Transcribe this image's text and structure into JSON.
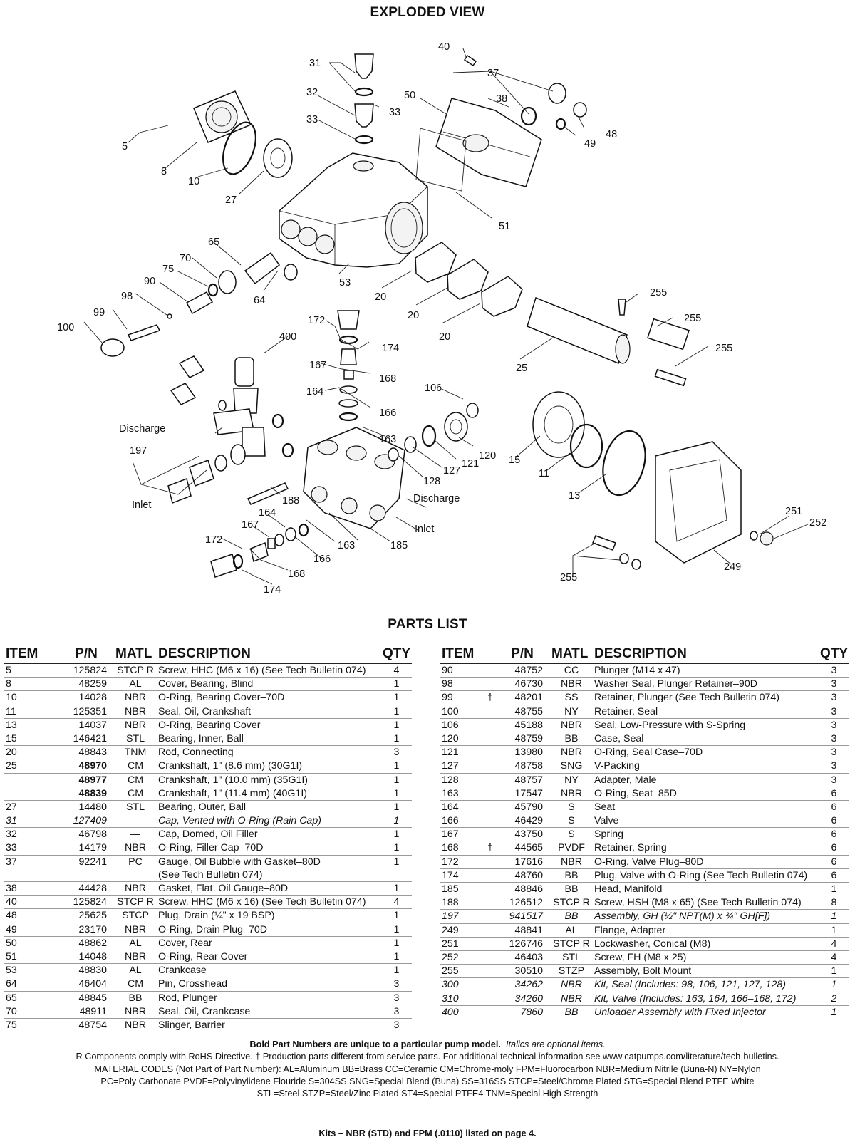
{
  "page": {
    "exploded_title": "EXPLODED VIEW",
    "parts_title": "PARTS LIST"
  },
  "diagram": {
    "labels": [
      "5",
      "8",
      "10",
      "27",
      "31",
      "32",
      "33",
      "33",
      "40",
      "37",
      "38",
      "50",
      "48",
      "49",
      "51",
      "53",
      "65",
      "70",
      "75",
      "90",
      "98",
      "99",
      "100",
      "64",
      "20",
      "20",
      "20",
      "255",
      "255",
      "255",
      "172",
      "174",
      "400",
      "167",
      "168",
      "164",
      "166",
      "163",
      "25",
      "106",
      "120",
      "121",
      "127",
      "128",
      "15",
      "11",
      "13",
      "Discharge",
      "197",
      "Inlet",
      "188",
      "164",
      "167",
      "172",
      "168",
      "174",
      "163",
      "166",
      "185",
      "Discharge",
      "Inlet",
      "251",
      "252",
      "249",
      "255"
    ]
  },
  "table": {
    "headers": {
      "item": "ITEM",
      "pn": "P/N",
      "matl": "MATL",
      "desc": "DESCRIPTION",
      "qty": "QTY"
    },
    "left": [
      {
        "item": "5",
        "mark": "",
        "pn": "125824",
        "matl": "STCP R",
        "desc": "Screw, HHC (M6 x 16) (See Tech Bulletin 074)",
        "qty": "4"
      },
      {
        "item": "8",
        "mark": "",
        "pn": "48259",
        "matl": "AL",
        "desc": "Cover, Bearing, Blind",
        "qty": "1"
      },
      {
        "item": "10",
        "mark": "",
        "pn": "14028",
        "matl": "NBR",
        "desc": "O-Ring, Bearing Cover–70D",
        "qty": "1"
      },
      {
        "item": "11",
        "mark": "",
        "pn": "125351",
        "matl": "NBR",
        "desc": "Seal, Oil, Crankshaft",
        "qty": "1"
      },
      {
        "item": "13",
        "mark": "",
        "pn": "14037",
        "matl": "NBR",
        "desc": "O-Ring, Bearing Cover",
        "qty": "1"
      },
      {
        "item": "15",
        "mark": "",
        "pn": "146421",
        "matl": "STL",
        "desc": "Bearing, Inner, Ball",
        "qty": "1"
      },
      {
        "item": "20",
        "mark": "",
        "pn": "48843",
        "matl": "TNM",
        "desc": "Rod, Connecting",
        "qty": "3"
      },
      {
        "item": "25",
        "mark": "",
        "pn": "48970",
        "matl": "CM",
        "desc": "Crankshaft, 1\" (8.6 mm) (30G1I)",
        "qty": "1",
        "bold": true
      },
      {
        "item": "",
        "mark": "",
        "pn": "48977",
        "matl": "CM",
        "desc": "Crankshaft, 1\" (10.0 mm) (35G1I)",
        "qty": "1",
        "bold": true
      },
      {
        "item": "",
        "mark": "",
        "pn": "48839",
        "matl": "CM",
        "desc": "Crankshaft, 1\" (11.4 mm) (40G1I)",
        "qty": "1",
        "bold": true
      },
      {
        "item": "27",
        "mark": "",
        "pn": "14480",
        "matl": "STL",
        "desc": "Bearing, Outer, Ball",
        "qty": "1"
      },
      {
        "item": "31",
        "mark": "",
        "pn": "127409",
        "matl": "—",
        "desc": "Cap, Vented with O-Ring (Rain Cap)",
        "qty": "1",
        "italic": true
      },
      {
        "item": "32",
        "mark": "",
        "pn": "46798",
        "matl": "—",
        "desc": "Cap, Domed, Oil Filler",
        "qty": "1"
      },
      {
        "item": "33",
        "mark": "",
        "pn": "14179",
        "matl": "NBR",
        "desc": "O-Ring, Filler Cap–70D",
        "qty": "1"
      },
      {
        "item": "37",
        "mark": "",
        "pn": "92241",
        "matl": "PC",
        "desc": "Gauge, Oil Bubble with Gasket–80D",
        "qty": "1",
        "cont": true
      },
      {
        "item": "",
        "mark": "",
        "pn": "",
        "matl": "",
        "desc": "(See Tech Bulletin 074)",
        "qty": ""
      },
      {
        "item": "38",
        "mark": "",
        "pn": "44428",
        "matl": "NBR",
        "desc": "Gasket, Flat, Oil Gauge–80D",
        "qty": "1"
      },
      {
        "item": "40",
        "mark": "",
        "pn": "125824",
        "matl": "STCP R",
        "desc": "Screw, HHC (M6 x 16) (See Tech Bulletin 074)",
        "qty": "4"
      },
      {
        "item": "48",
        "mark": "",
        "pn": "25625",
        "matl": "STCP",
        "desc": "Plug, Drain (¼\" x 19 BSP)",
        "qty": "1"
      },
      {
        "item": "49",
        "mark": "",
        "pn": "23170",
        "matl": "NBR",
        "desc": "O-Ring, Drain Plug–70D",
        "qty": "1"
      },
      {
        "item": "50",
        "mark": "",
        "pn": "48862",
        "matl": "AL",
        "desc": "Cover, Rear",
        "qty": "1"
      },
      {
        "item": "51",
        "mark": "",
        "pn": "14048",
        "matl": "NBR",
        "desc": "O-Ring, Rear Cover",
        "qty": "1"
      },
      {
        "item": "53",
        "mark": "",
        "pn": "48830",
        "matl": "AL",
        "desc": "Crankcase",
        "qty": "1"
      },
      {
        "item": "64",
        "mark": "",
        "pn": "46404",
        "matl": "CM",
        "desc": "Pin, Crosshead",
        "qty": "3"
      },
      {
        "item": "65",
        "mark": "",
        "pn": "48845",
        "matl": "BB",
        "desc": "Rod, Plunger",
        "qty": "3"
      },
      {
        "item": "70",
        "mark": "",
        "pn": "48911",
        "matl": "NBR",
        "desc": "Seal, Oil, Crankcase",
        "qty": "3"
      },
      {
        "item": "75",
        "mark": "",
        "pn": "48754",
        "matl": "NBR",
        "desc": "Slinger, Barrier",
        "qty": "3"
      }
    ],
    "right": [
      {
        "item": "90",
        "mark": "",
        "pn": "48752",
        "matl": "CC",
        "desc": "Plunger (M14 x 47)",
        "qty": "3"
      },
      {
        "item": "98",
        "mark": "",
        "pn": "46730",
        "matl": "NBR",
        "desc": "Washer Seal, Plunger Retainer–90D",
        "qty": "3"
      },
      {
        "item": "99",
        "mark": "†",
        "pn": "48201",
        "matl": "SS",
        "desc": "Retainer, Plunger (See Tech Bulletin 074)",
        "qty": "3"
      },
      {
        "item": "100",
        "mark": "",
        "pn": "48755",
        "matl": "NY",
        "desc": "Retainer, Seal",
        "qty": "3"
      },
      {
        "item": "106",
        "mark": "",
        "pn": "45188",
        "matl": "NBR",
        "desc": "Seal, Low-Pressure with S-Spring",
        "qty": "3"
      },
      {
        "item": "120",
        "mark": "",
        "pn": "48759",
        "matl": "BB",
        "desc": "Case, Seal",
        "qty": "3"
      },
      {
        "item": "121",
        "mark": "",
        "pn": "13980",
        "matl": "NBR",
        "desc": "O-Ring, Seal Case–70D",
        "qty": "3"
      },
      {
        "item": "127",
        "mark": "",
        "pn": "48758",
        "matl": "SNG",
        "desc": "V-Packing",
        "qty": "3"
      },
      {
        "item": "128",
        "mark": "",
        "pn": "48757",
        "matl": "NY",
        "desc": "Adapter, Male",
        "qty": "3"
      },
      {
        "item": "163",
        "mark": "",
        "pn": "17547",
        "matl": "NBR",
        "desc": "O-Ring, Seat–85D",
        "qty": "6"
      },
      {
        "item": "164",
        "mark": "",
        "pn": "45790",
        "matl": "S",
        "desc": "Seat",
        "qty": "6"
      },
      {
        "item": "166",
        "mark": "",
        "pn": "46429",
        "matl": "S",
        "desc": "Valve",
        "qty": "6"
      },
      {
        "item": "167",
        "mark": "",
        "pn": "43750",
        "matl": "S",
        "desc": "Spring",
        "qty": "6"
      },
      {
        "item": "168",
        "mark": "†",
        "pn": "44565",
        "matl": "PVDF",
        "desc": "Retainer, Spring",
        "qty": "6"
      },
      {
        "item": "172",
        "mark": "",
        "pn": "17616",
        "matl": "NBR",
        "desc": "O-Ring, Valve Plug–80D",
        "qty": "6"
      },
      {
        "item": "174",
        "mark": "",
        "pn": "48760",
        "matl": "BB",
        "desc": "Plug, Valve with O-Ring (See Tech Bulletin 074)",
        "qty": "6"
      },
      {
        "item": "185",
        "mark": "",
        "pn": "48846",
        "matl": "BB",
        "desc": "Head, Manifold",
        "qty": "1"
      },
      {
        "item": "188",
        "mark": "",
        "pn": "126512",
        "matl": "STCP R",
        "desc": "Screw, HSH (M8 x 65) (See Tech Bulletin 074)",
        "qty": "8"
      },
      {
        "item": "197",
        "mark": "",
        "pn": "941517",
        "matl": "BB",
        "desc": "Assembly, GH (½\" NPT(M) x ¾\" GH[F])",
        "qty": "1",
        "italic": true
      },
      {
        "item": "249",
        "mark": "",
        "pn": "48841",
        "matl": "AL",
        "desc": "Flange, Adapter",
        "qty": "1"
      },
      {
        "item": "251",
        "mark": "",
        "pn": "126746",
        "matl": "STCP R",
        "desc": "Lockwasher, Conical (M8)",
        "qty": "4"
      },
      {
        "item": "252",
        "mark": "",
        "pn": "46403",
        "matl": "STL",
        "desc": "Screw, FH (M8 x 25)",
        "qty": "4"
      },
      {
        "item": "255",
        "mark": "",
        "pn": "30510",
        "matl": "STZP",
        "desc": "Assembly, Bolt Mount",
        "qty": "1"
      },
      {
        "item": "300",
        "mark": "",
        "pn": "34262",
        "matl": "NBR",
        "desc": "Kit, Seal (Includes: 98, 106, 121, 127, 128)",
        "qty": "1",
        "italic": true
      },
      {
        "item": "310",
        "mark": "",
        "pn": "34260",
        "matl": "NBR",
        "desc": "Kit, Valve (Includes: 163, 164, 166–168, 172)",
        "qty": "2",
        "italic": true
      },
      {
        "item": "400",
        "mark": "",
        "pn": "7860",
        "matl": "BB",
        "desc": "Unloader Assembly with Fixed Injector",
        "qty": "1",
        "italic": true
      }
    ]
  },
  "notes": {
    "line1_bold": "Bold Part Numbers are unique to a particular pump model.",
    "line1_italic": "Italics are optional items.",
    "line2": "R Components comply with RoHS Directive.  † Production parts different from service parts.  For additional technical information see www.catpumps.com/literature/tech-bulletins.",
    "line3": "MATERIAL CODES (Not Part of Part Number):  AL=Aluminum  BB=Brass  CC=Ceramic  CM=Chrome-moly  FPM=Fluorocarbon  NBR=Medium Nitrile (Buna-N)  NY=Nylon",
    "line4": "PC=Poly Carbonate  PVDF=Polyvinylidene Flouride  S=304SS  SNG=Special Blend (Buna)  SS=316SS  STCP=Steel/Chrome Plated  STG=Special Blend PTFE White",
    "line5": "STL=Steel  STZP=Steel/Zinc Plated  ST4=Special PTFE4  TNM=Special High Strength",
    "kits": "Kits – NBR (STD) and FPM (.0110) listed on page 4."
  }
}
